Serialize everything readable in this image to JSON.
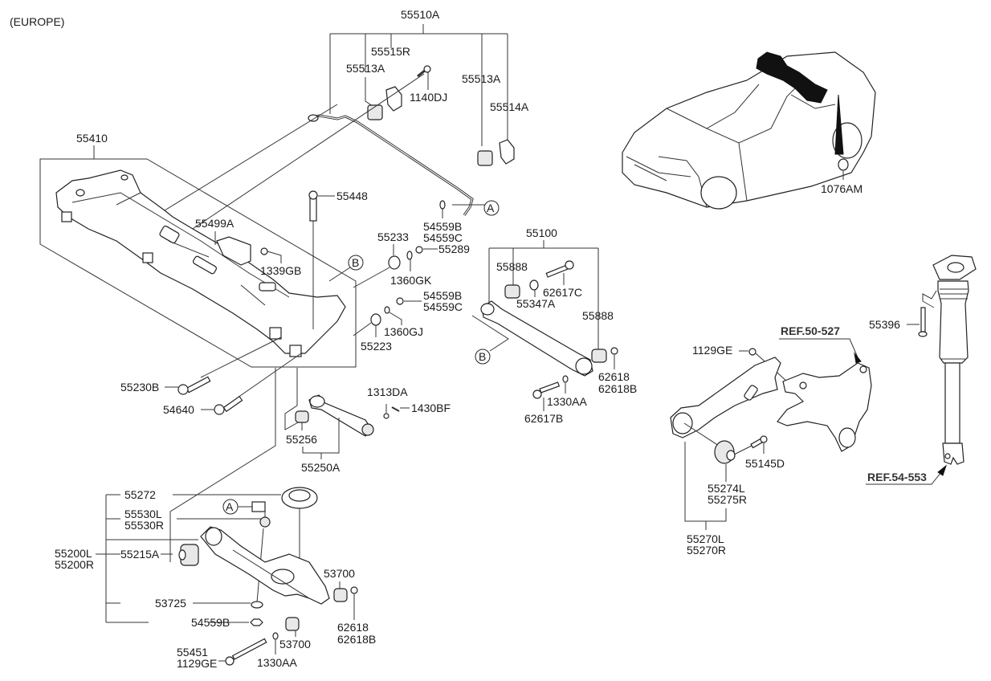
{
  "diagram": {
    "region_note": "(EUROPE)",
    "callouts": {
      "A": "A",
      "B": "B"
    },
    "labels": {
      "p55510A": "55510A",
      "p55515R": "55515R",
      "p55513A_l": "55513A",
      "p1140DJ": "1140DJ",
      "p55513A_r": "55513A",
      "p55514A": "55514A",
      "p1076AM": "1076AM",
      "p55410": "55410",
      "p55448": "55448",
      "p55499A": "55499A",
      "p1339GB": "1339GB",
      "p54559B_top": "54559B",
      "p54559C_top": "54559C",
      "p55233": "55233",
      "p55289": "55289",
      "p1360GK": "1360GK",
      "p54559B_mid": "54559B",
      "p54559C_mid": "54559C",
      "p1360GJ": "1360GJ",
      "p55223": "55223",
      "p55100": "55100",
      "p55888_top": "55888",
      "p62617C": "62617C",
      "p55347A": "55347A",
      "p55888_right": "55888",
      "p62618_mid": "62618",
      "p62618B_mid": "62618B",
      "p1330AA_mid": "1330AA",
      "p62617B": "62617B",
      "p55230B": "55230B",
      "p54640": "54640",
      "p1313DA": "1313DA",
      "p1430BF": "1430BF",
      "p55256": "55256",
      "p55250A": "55250A",
      "p55272": "55272",
      "p55530L": "55530L",
      "p55530R": "55530R",
      "p55200L": "55200L",
      "p55200R": "55200R",
      "p55215A": "55215A",
      "p53725": "53725",
      "p54559B_bot": "54559B",
      "p53700_top": "53700",
      "p62618_bot": "62618",
      "p62618B_bot": "62618B",
      "p53700_bot": "53700",
      "p55451": "55451",
      "p1129GE_bot": "1129GE",
      "p1330AA_bot": "1330AA",
      "p1129GE_right": "1129GE",
      "p55145D": "55145D",
      "p55274L": "55274L",
      "p55275R": "55275R",
      "p55270L": "55270L",
      "p55270R": "55270R",
      "p55396": "55396"
    },
    "references": {
      "ref_knuckle": "REF.50-527",
      "ref_shock": "REF.54-553"
    }
  }
}
